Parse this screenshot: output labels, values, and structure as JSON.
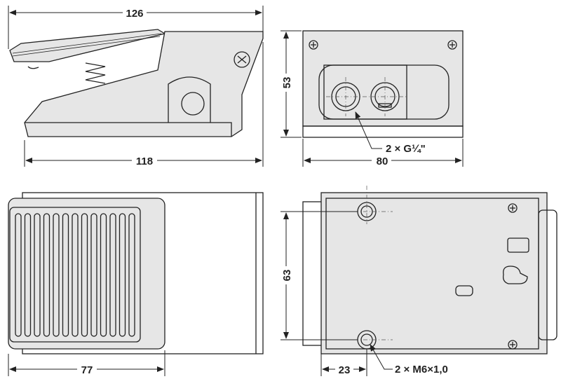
{
  "dimensions": {
    "side_length": "126",
    "side_base_length": "118",
    "rear_height": "53",
    "rear_width": "80",
    "port_callout": "2 × G¼\"",
    "top_pedal_length": "77",
    "bottom_hole_spacing": "63",
    "bottom_hole_offset": "23",
    "mount_callout": "2 × M6×1,0"
  }
}
